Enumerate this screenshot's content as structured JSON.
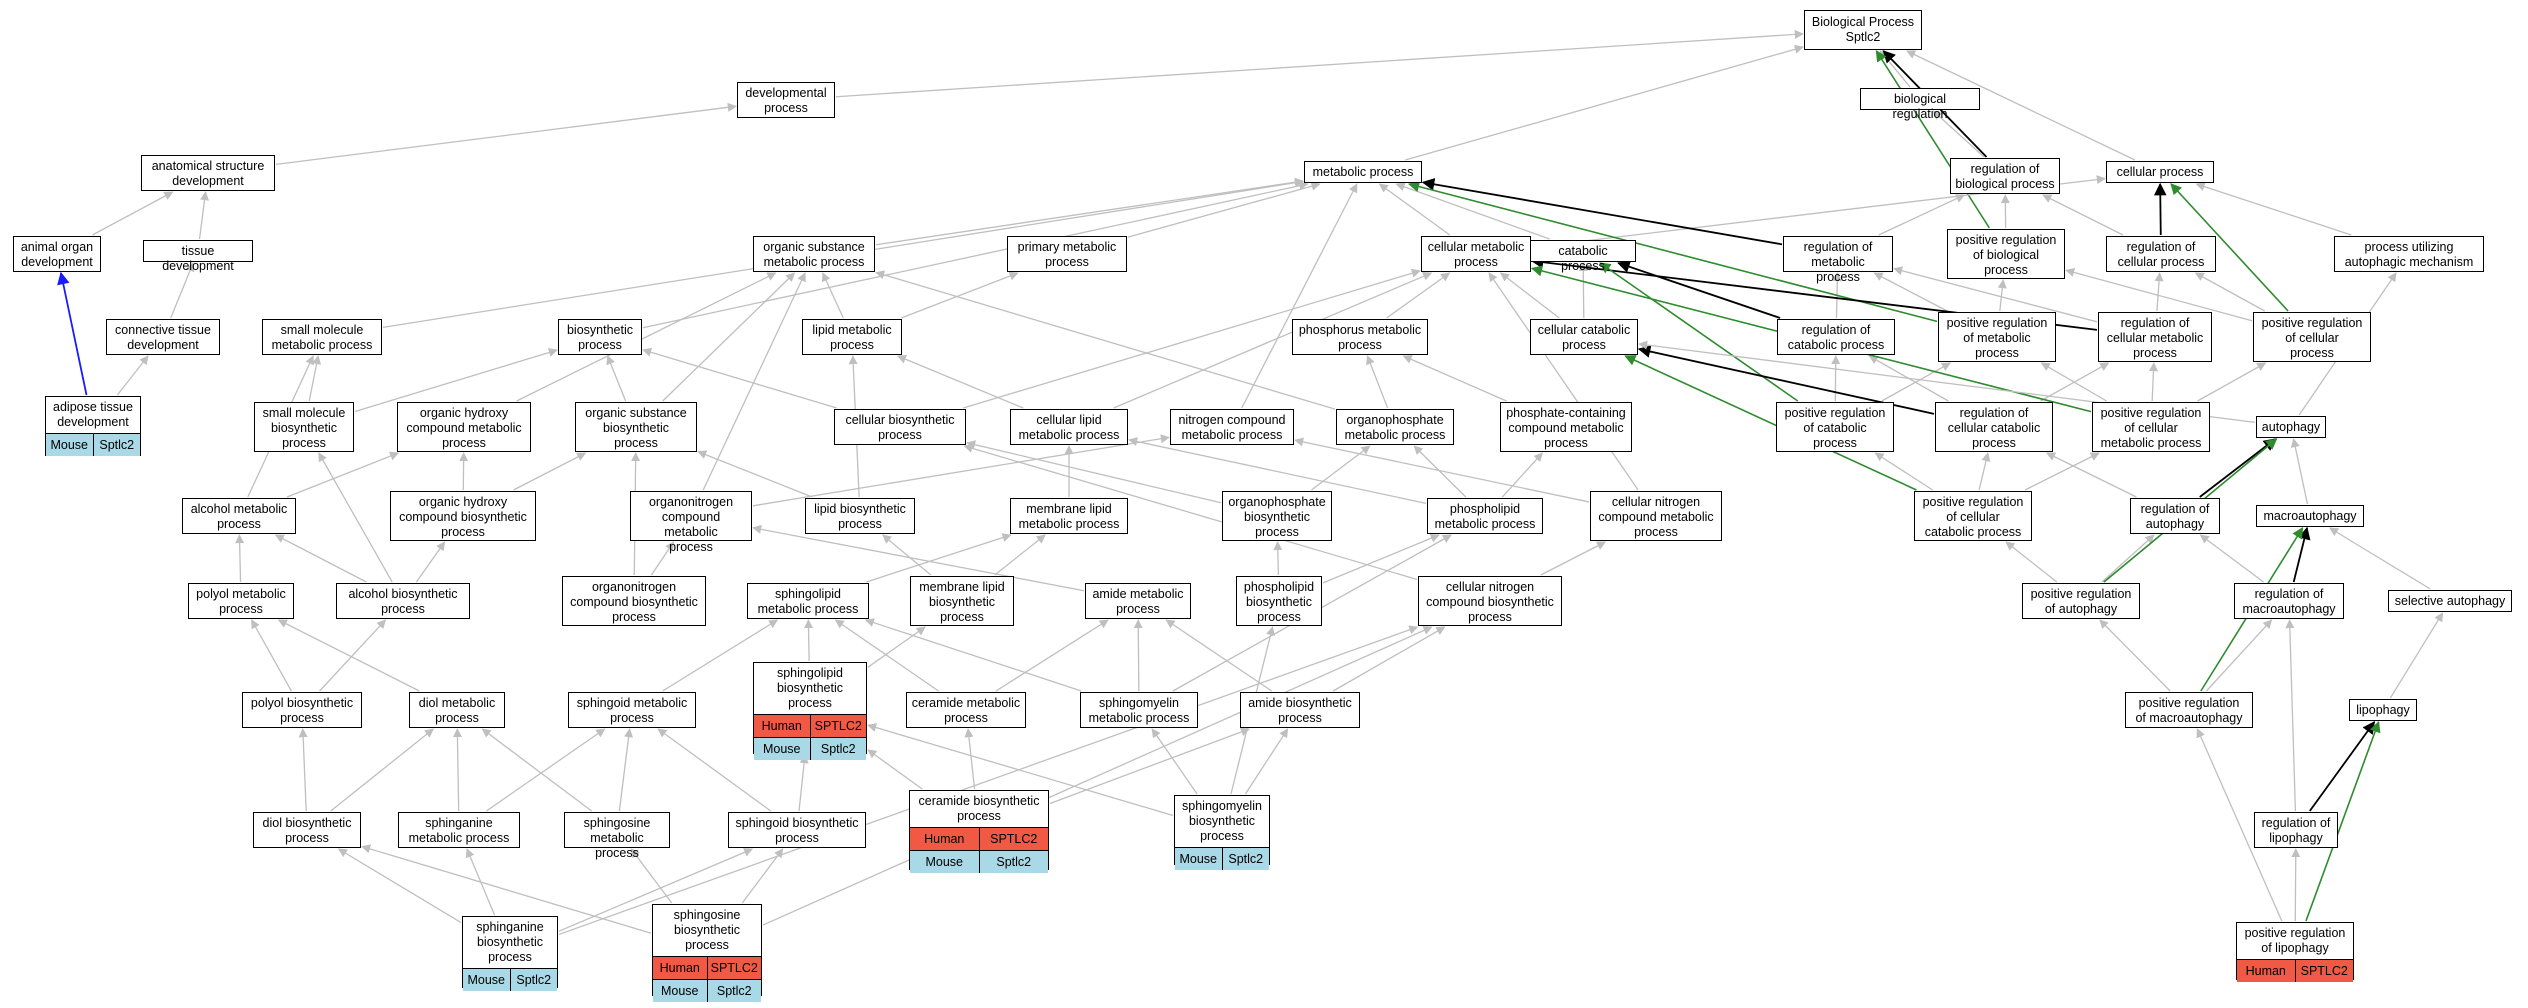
{
  "species": {
    "human": "Human",
    "mouse": "Mouse"
  },
  "colors": {
    "human": "#f05a44",
    "mouse": "#a9d8e6",
    "edge": "#bfbfbf",
    "regulates": "#000000",
    "positive": "#2e8b2e",
    "part_of": "#1a1aff"
  },
  "nodes": [
    {
      "id": "bp",
      "label": "Biological Process\nSptlc2"
    },
    {
      "id": "biol_reg",
      "label": "biological regulation"
    },
    {
      "id": "devproc",
      "label": "developmental\nprocess"
    },
    {
      "id": "anat",
      "label": "anatomical structure\ndevelopment"
    },
    {
      "id": "metab",
      "label": "metabolic process"
    },
    {
      "id": "reg_bio",
      "label": "regulation of\nbiological process"
    },
    {
      "id": "cellproc",
      "label": "cellular process"
    },
    {
      "id": "animal",
      "label": "animal organ\ndevelopment"
    },
    {
      "id": "tissue",
      "label": "tissue development"
    },
    {
      "id": "orgsub",
      "label": "organic substance\nmetabolic process"
    },
    {
      "id": "primary",
      "label": "primary metabolic\nprocess"
    },
    {
      "id": "cellmet",
      "label": "cellular metabolic\nprocess"
    },
    {
      "id": "catab",
      "label": "catabolic process"
    },
    {
      "id": "reg_met",
      "label": "regulation of\nmetabolic process"
    },
    {
      "id": "posreg_bio",
      "label": "positive regulation\nof biological\nprocess"
    },
    {
      "id": "reg_cell",
      "label": "regulation of\ncellular process"
    },
    {
      "id": "autoph_mech",
      "label": "process utilizing\nautophagic mechanism"
    },
    {
      "id": "conn",
      "label": "connective tissue\ndevelopment"
    },
    {
      "id": "smallmol",
      "label": "small molecule\nmetabolic process"
    },
    {
      "id": "biosyn",
      "label": "biosynthetic\nprocess"
    },
    {
      "id": "lipidmet",
      "label": "lipid metabolic\nprocess"
    },
    {
      "id": "phosphorus",
      "label": "phosphorus metabolic\nprocess"
    },
    {
      "id": "cellcatab",
      "label": "cellular catabolic\nprocess"
    },
    {
      "id": "reg_catab",
      "label": "regulation of\ncatabolic process"
    },
    {
      "id": "posreg_met",
      "label": "positive regulation\nof metabolic\nprocess"
    },
    {
      "id": "reg_cellmet",
      "label": "regulation of\ncellular metabolic\nprocess"
    },
    {
      "id": "posreg_cell",
      "label": "positive regulation\nof cellular\nprocess"
    },
    {
      "id": "adipose",
      "label": "adipose tissue\ndevelopment",
      "species": [
        "mouse"
      ],
      "gene": "Sptlc2"
    },
    {
      "id": "smallmol_bio",
      "label": "small molecule\nbiosynthetic\nprocess"
    },
    {
      "id": "orghyd",
      "label": "organic hydroxy\ncompound metabolic\nprocess"
    },
    {
      "id": "orgsub_bio",
      "label": "organic substance\nbiosynthetic\nprocess"
    },
    {
      "id": "cellbio",
      "label": "cellular biosynthetic\nprocess"
    },
    {
      "id": "celllipid",
      "label": "cellular lipid\nmetabolic process"
    },
    {
      "id": "nitro",
      "label": "nitrogen compound\nmetabolic process"
    },
    {
      "id": "orgphos",
      "label": "organophosphate\nmetabolic process"
    },
    {
      "id": "phoscont",
      "label": "phosphate-containing\ncompound metabolic\nprocess"
    },
    {
      "id": "posreg_catab",
      "label": "positive regulation\nof catabolic\nprocess"
    },
    {
      "id": "reg_cellcatab",
      "label": "regulation of\ncellular catabolic\nprocess"
    },
    {
      "id": "posreg_cellmet",
      "label": "positive regulation\nof cellular\nmetabolic process"
    },
    {
      "id": "autophagy",
      "label": "autophagy"
    },
    {
      "id": "alcohol",
      "label": "alcohol metabolic\nprocess"
    },
    {
      "id": "orghyd_bio",
      "label": "organic hydroxy\ncompound biosynthetic\nprocess"
    },
    {
      "id": "orgnit",
      "label": "organonitrogen\ncompound metabolic\nprocess"
    },
    {
      "id": "lipidbio",
      "label": "lipid biosynthetic\nprocess"
    },
    {
      "id": "memlipid",
      "label": "membrane lipid\nmetabolic process"
    },
    {
      "id": "orgphos_bio",
      "label": "organophosphate\nbiosynthetic\nprocess"
    },
    {
      "id": "phospholipid",
      "label": "phospholipid\nmetabolic process"
    },
    {
      "id": "cellnitro",
      "label": "cellular nitrogen\ncompound metabolic\nprocess"
    },
    {
      "id": "posreg_cellcatab",
      "label": "positive regulation\nof cellular\ncatabolic process"
    },
    {
      "id": "reg_autoph",
      "label": "regulation of\nautophagy"
    },
    {
      "id": "macro",
      "label": "macroautophagy"
    },
    {
      "id": "polyol",
      "label": "polyol metabolic\nprocess"
    },
    {
      "id": "alcohol_bio",
      "label": "alcohol biosynthetic\nprocess"
    },
    {
      "id": "orgnit_bio",
      "label": "organonitrogen\ncompound biosynthetic\nprocess"
    },
    {
      "id": "sphingolipid",
      "label": "sphingolipid\nmetabolic process"
    },
    {
      "id": "memlipid_bio",
      "label": "membrane lipid\nbiosynthetic\nprocess"
    },
    {
      "id": "amide",
      "label": "amide metabolic\nprocess"
    },
    {
      "id": "phospholipid_bio",
      "label": "phospholipid\nbiosynthetic\nprocess"
    },
    {
      "id": "cellnitro_bio",
      "label": "cellular nitrogen\ncompound biosynthetic\nprocess"
    },
    {
      "id": "posreg_autoph",
      "label": "positive regulation\nof autophagy"
    },
    {
      "id": "reg_macro",
      "label": "regulation of\nmacroautophagy"
    },
    {
      "id": "selective",
      "label": "selective autophagy"
    },
    {
      "id": "polyol_bio",
      "label": "polyol biosynthetic\nprocess"
    },
    {
      "id": "diol",
      "label": "diol metabolic\nprocess"
    },
    {
      "id": "sphingoid",
      "label": "sphingoid metabolic\nprocess"
    },
    {
      "id": "sphingolipid_bio",
      "label": "sphingolipid\nbiosynthetic\nprocess",
      "species": [
        "human",
        "mouse"
      ],
      "gene_h": "SPTLC2",
      "gene": "Sptlc2"
    },
    {
      "id": "ceramide",
      "label": "ceramide metabolic\nprocess"
    },
    {
      "id": "sphingomyelin",
      "label": "sphingomyelin\nmetabolic process"
    },
    {
      "id": "amide_bio",
      "label": "amide biosynthetic\nprocess"
    },
    {
      "id": "posreg_macro",
      "label": "positive regulation\nof macroautophagy"
    },
    {
      "id": "lipophagy",
      "label": "lipophagy"
    },
    {
      "id": "diol_bio",
      "label": "diol biosynthetic\nprocess"
    },
    {
      "id": "sphinganine",
      "label": "sphinganine\nmetabolic process"
    },
    {
      "id": "sphingosine",
      "label": "sphingosine\nmetabolic process"
    },
    {
      "id": "sphingoid_bio",
      "label": "sphingoid biosynthetic\nprocess"
    },
    {
      "id": "ceramide_bio",
      "label": "ceramide biosynthetic\nprocess",
      "species": [
        "human",
        "mouse"
      ],
      "gene_h": "SPTLC2",
      "gene": "Sptlc2"
    },
    {
      "id": "sphingomyelin_bio",
      "label": "sphingomyelin\nbiosynthetic\nprocess",
      "species": [
        "mouse"
      ],
      "gene": "Sptlc2"
    },
    {
      "id": "reg_lipophagy",
      "label": "regulation of\nlipophagy"
    },
    {
      "id": "sphinganine_bio",
      "label": "sphinganine\nbiosynthetic\nprocess",
      "species": [
        "mouse"
      ],
      "gene": "Sptlc2"
    },
    {
      "id": "sphingosine_bio",
      "label": "sphingosine\nbiosynthetic\nprocess",
      "species": [
        "human",
        "mouse"
      ],
      "gene_h": "SPTLC2",
      "gene": "Sptlc2"
    },
    {
      "id": "posreg_lipophagy",
      "label": "positive regulation\nof lipophagy",
      "species": [
        "human"
      ],
      "gene_h": "SPTLC2"
    }
  ],
  "edges": [
    [
      "biol_reg",
      "bp",
      "isa"
    ],
    [
      "devproc",
      "bp",
      "isa"
    ],
    [
      "metab",
      "bp",
      "isa"
    ],
    [
      "cellproc",
      "bp",
      "isa"
    ],
    [
      "reg_bio",
      "biol_reg",
      "isa"
    ],
    [
      "reg_bio",
      "bp",
      "reg"
    ],
    [
      "posreg_bio",
      "bp",
      "pos"
    ],
    [
      "posreg_bio",
      "reg_bio",
      "isa"
    ],
    [
      "anat",
      "devproc",
      "isa"
    ],
    [
      "animal",
      "anat",
      "isa"
    ],
    [
      "tissue",
      "anat",
      "isa"
    ],
    [
      "conn",
      "tissue",
      "isa"
    ],
    [
      "adipose",
      "conn",
      "isa"
    ],
    [
      "adipose",
      "animal",
      "part"
    ],
    [
      "orgsub",
      "metab",
      "isa"
    ],
    [
      "primary",
      "metab",
      "isa"
    ],
    [
      "cellmet",
      "metab",
      "isa"
    ],
    [
      "cellmet",
      "cellproc",
      "isa"
    ],
    [
      "catab",
      "metab",
      "isa"
    ],
    [
      "reg_met",
      "reg_bio",
      "isa"
    ],
    [
      "reg_met",
      "metab",
      "reg"
    ],
    [
      "reg_cell",
      "cellproc",
      "reg"
    ],
    [
      "reg_cell",
      "reg_bio",
      "isa"
    ],
    [
      "autoph_mech",
      "cellproc",
      "isa"
    ],
    [
      "smallmol",
      "metab",
      "isa"
    ],
    [
      "biosyn",
      "metab",
      "isa"
    ],
    [
      "lipidmet",
      "orgsub",
      "isa"
    ],
    [
      "lipidmet",
      "primary",
      "isa"
    ],
    [
      "phosphorus",
      "cellmet",
      "isa"
    ],
    [
      "cellcatab",
      "catab",
      "isa"
    ],
    [
      "cellcatab",
      "cellmet",
      "isa"
    ],
    [
      "reg_catab",
      "reg_met",
      "isa"
    ],
    [
      "reg_catab",
      "catab",
      "reg"
    ],
    [
      "posreg_met",
      "reg_met",
      "isa"
    ],
    [
      "posreg_met",
      "posreg_bio",
      "isa"
    ],
    [
      "posreg_met",
      "metab",
      "pos"
    ],
    [
      "reg_cellmet",
      "reg_met",
      "isa"
    ],
    [
      "reg_cellmet",
      "reg_cell",
      "isa"
    ],
    [
      "reg_cellmet",
      "cellmet",
      "reg"
    ],
    [
      "posreg_cell",
      "reg_cell",
      "isa"
    ],
    [
      "posreg_cell",
      "posreg_bio",
      "isa"
    ],
    [
      "posreg_cell",
      "cellproc",
      "pos"
    ],
    [
      "smallmol_bio",
      "smallmol",
      "isa"
    ],
    [
      "smallmol_bio",
      "biosyn",
      "isa"
    ],
    [
      "orghyd",
      "orgsub",
      "isa"
    ],
    [
      "orgsub_bio",
      "orgsub",
      "isa"
    ],
    [
      "orgsub_bio",
      "biosyn",
      "isa"
    ],
    [
      "cellbio",
      "biosyn",
      "isa"
    ],
    [
      "cellbio",
      "cellmet",
      "isa"
    ],
    [
      "celllipid",
      "lipidmet",
      "isa"
    ],
    [
      "celllipid",
      "cellmet",
      "isa"
    ],
    [
      "nitro",
      "metab",
      "isa"
    ],
    [
      "orgphos",
      "orgsub",
      "isa"
    ],
    [
      "orgphos",
      "phosphorus",
      "isa"
    ],
    [
      "phoscont",
      "phosphorus",
      "isa"
    ],
    [
      "posreg_catab",
      "reg_catab",
      "isa"
    ],
    [
      "posreg_catab",
      "posreg_met",
      "isa"
    ],
    [
      "posreg_catab",
      "catab",
      "pos"
    ],
    [
      "reg_cellcatab",
      "reg_catab",
      "isa"
    ],
    [
      "reg_cellcatab",
      "reg_cellmet",
      "isa"
    ],
    [
      "reg_cellcatab",
      "cellcatab",
      "reg"
    ],
    [
      "posreg_cellmet",
      "posreg_met",
      "isa"
    ],
    [
      "posreg_cellmet",
      "reg_cellmet",
      "isa"
    ],
    [
      "posreg_cellmet",
      "posreg_cell",
      "isa"
    ],
    [
      "posreg_cellmet",
      "cellmet",
      "pos"
    ],
    [
      "autophagy",
      "cellcatab",
      "isa"
    ],
    [
      "autophagy",
      "autoph_mech",
      "isa"
    ],
    [
      "alcohol",
      "orghyd",
      "isa"
    ],
    [
      "alcohol",
      "smallmol",
      "isa"
    ],
    [
      "orghyd_bio",
      "orghyd",
      "isa"
    ],
    [
      "orghyd_bio",
      "orgsub_bio",
      "isa"
    ],
    [
      "orgnit",
      "orgsub",
      "isa"
    ],
    [
      "orgnit",
      "nitro",
      "isa"
    ],
    [
      "lipidbio",
      "lipidmet",
      "isa"
    ],
    [
      "lipidbio",
      "orgsub_bio",
      "isa"
    ],
    [
      "memlipid",
      "celllipid",
      "isa"
    ],
    [
      "orgphos_bio",
      "orgphos",
      "isa"
    ],
    [
      "orgphos_bio",
      "cellbio",
      "isa"
    ],
    [
      "phospholipid",
      "orgphos",
      "isa"
    ],
    [
      "phospholipid",
      "phoscont",
      "isa"
    ],
    [
      "phospholipid",
      "celllipid",
      "isa"
    ],
    [
      "cellnitro",
      "nitro",
      "isa"
    ],
    [
      "cellnitro",
      "cellmet",
      "isa"
    ],
    [
      "posreg_cellcatab",
      "reg_cellcatab",
      "isa"
    ],
    [
      "posreg_cellcatab",
      "posreg_catab",
      "isa"
    ],
    [
      "posreg_cellcatab",
      "posreg_cellmet",
      "isa"
    ],
    [
      "posreg_cellcatab",
      "cellcatab",
      "pos"
    ],
    [
      "reg_autoph",
      "reg_cellcatab",
      "isa"
    ],
    [
      "reg_autoph",
      "autophagy",
      "reg"
    ],
    [
      "macro",
      "autophagy",
      "isa"
    ],
    [
      "polyol",
      "alcohol",
      "isa"
    ],
    [
      "alcohol_bio",
      "alcohol",
      "isa"
    ],
    [
      "alcohol_bio",
      "orghyd_bio",
      "isa"
    ],
    [
      "alcohol_bio",
      "smallmol_bio",
      "isa"
    ],
    [
      "orgnit_bio",
      "orgnit",
      "isa"
    ],
    [
      "orgnit_bio",
      "orgsub_bio",
      "isa"
    ],
    [
      "sphingolipid",
      "memlipid",
      "isa"
    ],
    [
      "memlipid_bio",
      "memlipid",
      "isa"
    ],
    [
      "memlipid_bio",
      "lipidbio",
      "isa"
    ],
    [
      "amide",
      "orgnit",
      "isa"
    ],
    [
      "phospholipid_bio",
      "phospholipid",
      "isa"
    ],
    [
      "phospholipid_bio",
      "orgphos_bio",
      "isa"
    ],
    [
      "cellnitro_bio",
      "cellnitro",
      "isa"
    ],
    [
      "cellnitro_bio",
      "cellbio",
      "isa"
    ],
    [
      "posreg_autoph",
      "reg_autoph",
      "isa"
    ],
    [
      "posreg_autoph",
      "posreg_cellcatab",
      "isa"
    ],
    [
      "posreg_autoph",
      "autophagy",
      "pos"
    ],
    [
      "reg_macro",
      "reg_autoph",
      "isa"
    ],
    [
      "reg_macro",
      "macro",
      "reg"
    ],
    [
      "selective",
      "macro",
      "isa"
    ],
    [
      "polyol_bio",
      "polyol",
      "isa"
    ],
    [
      "polyol_bio",
      "alcohol_bio",
      "isa"
    ],
    [
      "diol",
      "polyol",
      "isa"
    ],
    [
      "sphingoid",
      "sphingolipid",
      "isa"
    ],
    [
      "sphingolipid_bio",
      "sphingolipid",
      "isa"
    ],
    [
      "sphingolipid_bio",
      "memlipid_bio",
      "isa"
    ],
    [
      "ceramide",
      "sphingolipid",
      "isa"
    ],
    [
      "ceramide",
      "amide",
      "isa"
    ],
    [
      "sphingomyelin",
      "sphingolipid",
      "isa"
    ],
    [
      "sphingomyelin",
      "amide",
      "isa"
    ],
    [
      "sphingomyelin",
      "phospholipid",
      "isa"
    ],
    [
      "amide_bio",
      "amide",
      "isa"
    ],
    [
      "amide_bio",
      "cellnitro_bio",
      "isa"
    ],
    [
      "posreg_macro",
      "reg_macro",
      "isa"
    ],
    [
      "posreg_macro",
      "posreg_autoph",
      "isa"
    ],
    [
      "posreg_macro",
      "macro",
      "pos"
    ],
    [
      "lipophagy",
      "selective",
      "isa"
    ],
    [
      "diol_bio",
      "diol",
      "isa"
    ],
    [
      "diol_bio",
      "polyol_bio",
      "isa"
    ],
    [
      "sphinganine",
      "diol",
      "isa"
    ],
    [
      "sphinganine",
      "sphingoid",
      "isa"
    ],
    [
      "sphingosine",
      "diol",
      "isa"
    ],
    [
      "sphingosine",
      "sphingoid",
      "isa"
    ],
    [
      "sphingoid_bio",
      "sphingoid",
      "isa"
    ],
    [
      "sphingoid_bio",
      "sphingolipid_bio",
      "isa"
    ],
    [
      "ceramide_bio",
      "ceramide",
      "isa"
    ],
    [
      "ceramide_bio",
      "sphingolipid_bio",
      "isa"
    ],
    [
      "ceramide_bio",
      "amide_bio",
      "isa"
    ],
    [
      "sphingomyelin_bio",
      "sphingomyelin",
      "isa"
    ],
    [
      "sphingomyelin_bio",
      "sphingolipid_bio",
      "isa"
    ],
    [
      "sphingomyelin_bio",
      "amide_bio",
      "isa"
    ],
    [
      "sphingomyelin_bio",
      "phospholipid_bio",
      "isa"
    ],
    [
      "reg_lipophagy",
      "reg_macro",
      "isa"
    ],
    [
      "reg_lipophagy",
      "lipophagy",
      "reg"
    ],
    [
      "sphinganine_bio",
      "sphinganine",
      "isa"
    ],
    [
      "sphinganine_bio",
      "diol_bio",
      "isa"
    ],
    [
      "sphinganine_bio",
      "sphingoid_bio",
      "isa"
    ],
    [
      "sphinganine_bio",
      "cellnitro_bio",
      "isa"
    ],
    [
      "sphingosine_bio",
      "sphingosine",
      "isa"
    ],
    [
      "sphingosine_bio",
      "sphingoid_bio",
      "isa"
    ],
    [
      "sphingosine_bio",
      "diol_bio",
      "isa"
    ],
    [
      "sphingosine_bio",
      "cellnitro_bio",
      "isa"
    ],
    [
      "posreg_lipophagy",
      "reg_lipophagy",
      "isa"
    ],
    [
      "posreg_lipophagy",
      "posreg_macro",
      "isa"
    ],
    [
      "posreg_lipophagy",
      "lipophagy",
      "pos"
    ]
  ]
}
